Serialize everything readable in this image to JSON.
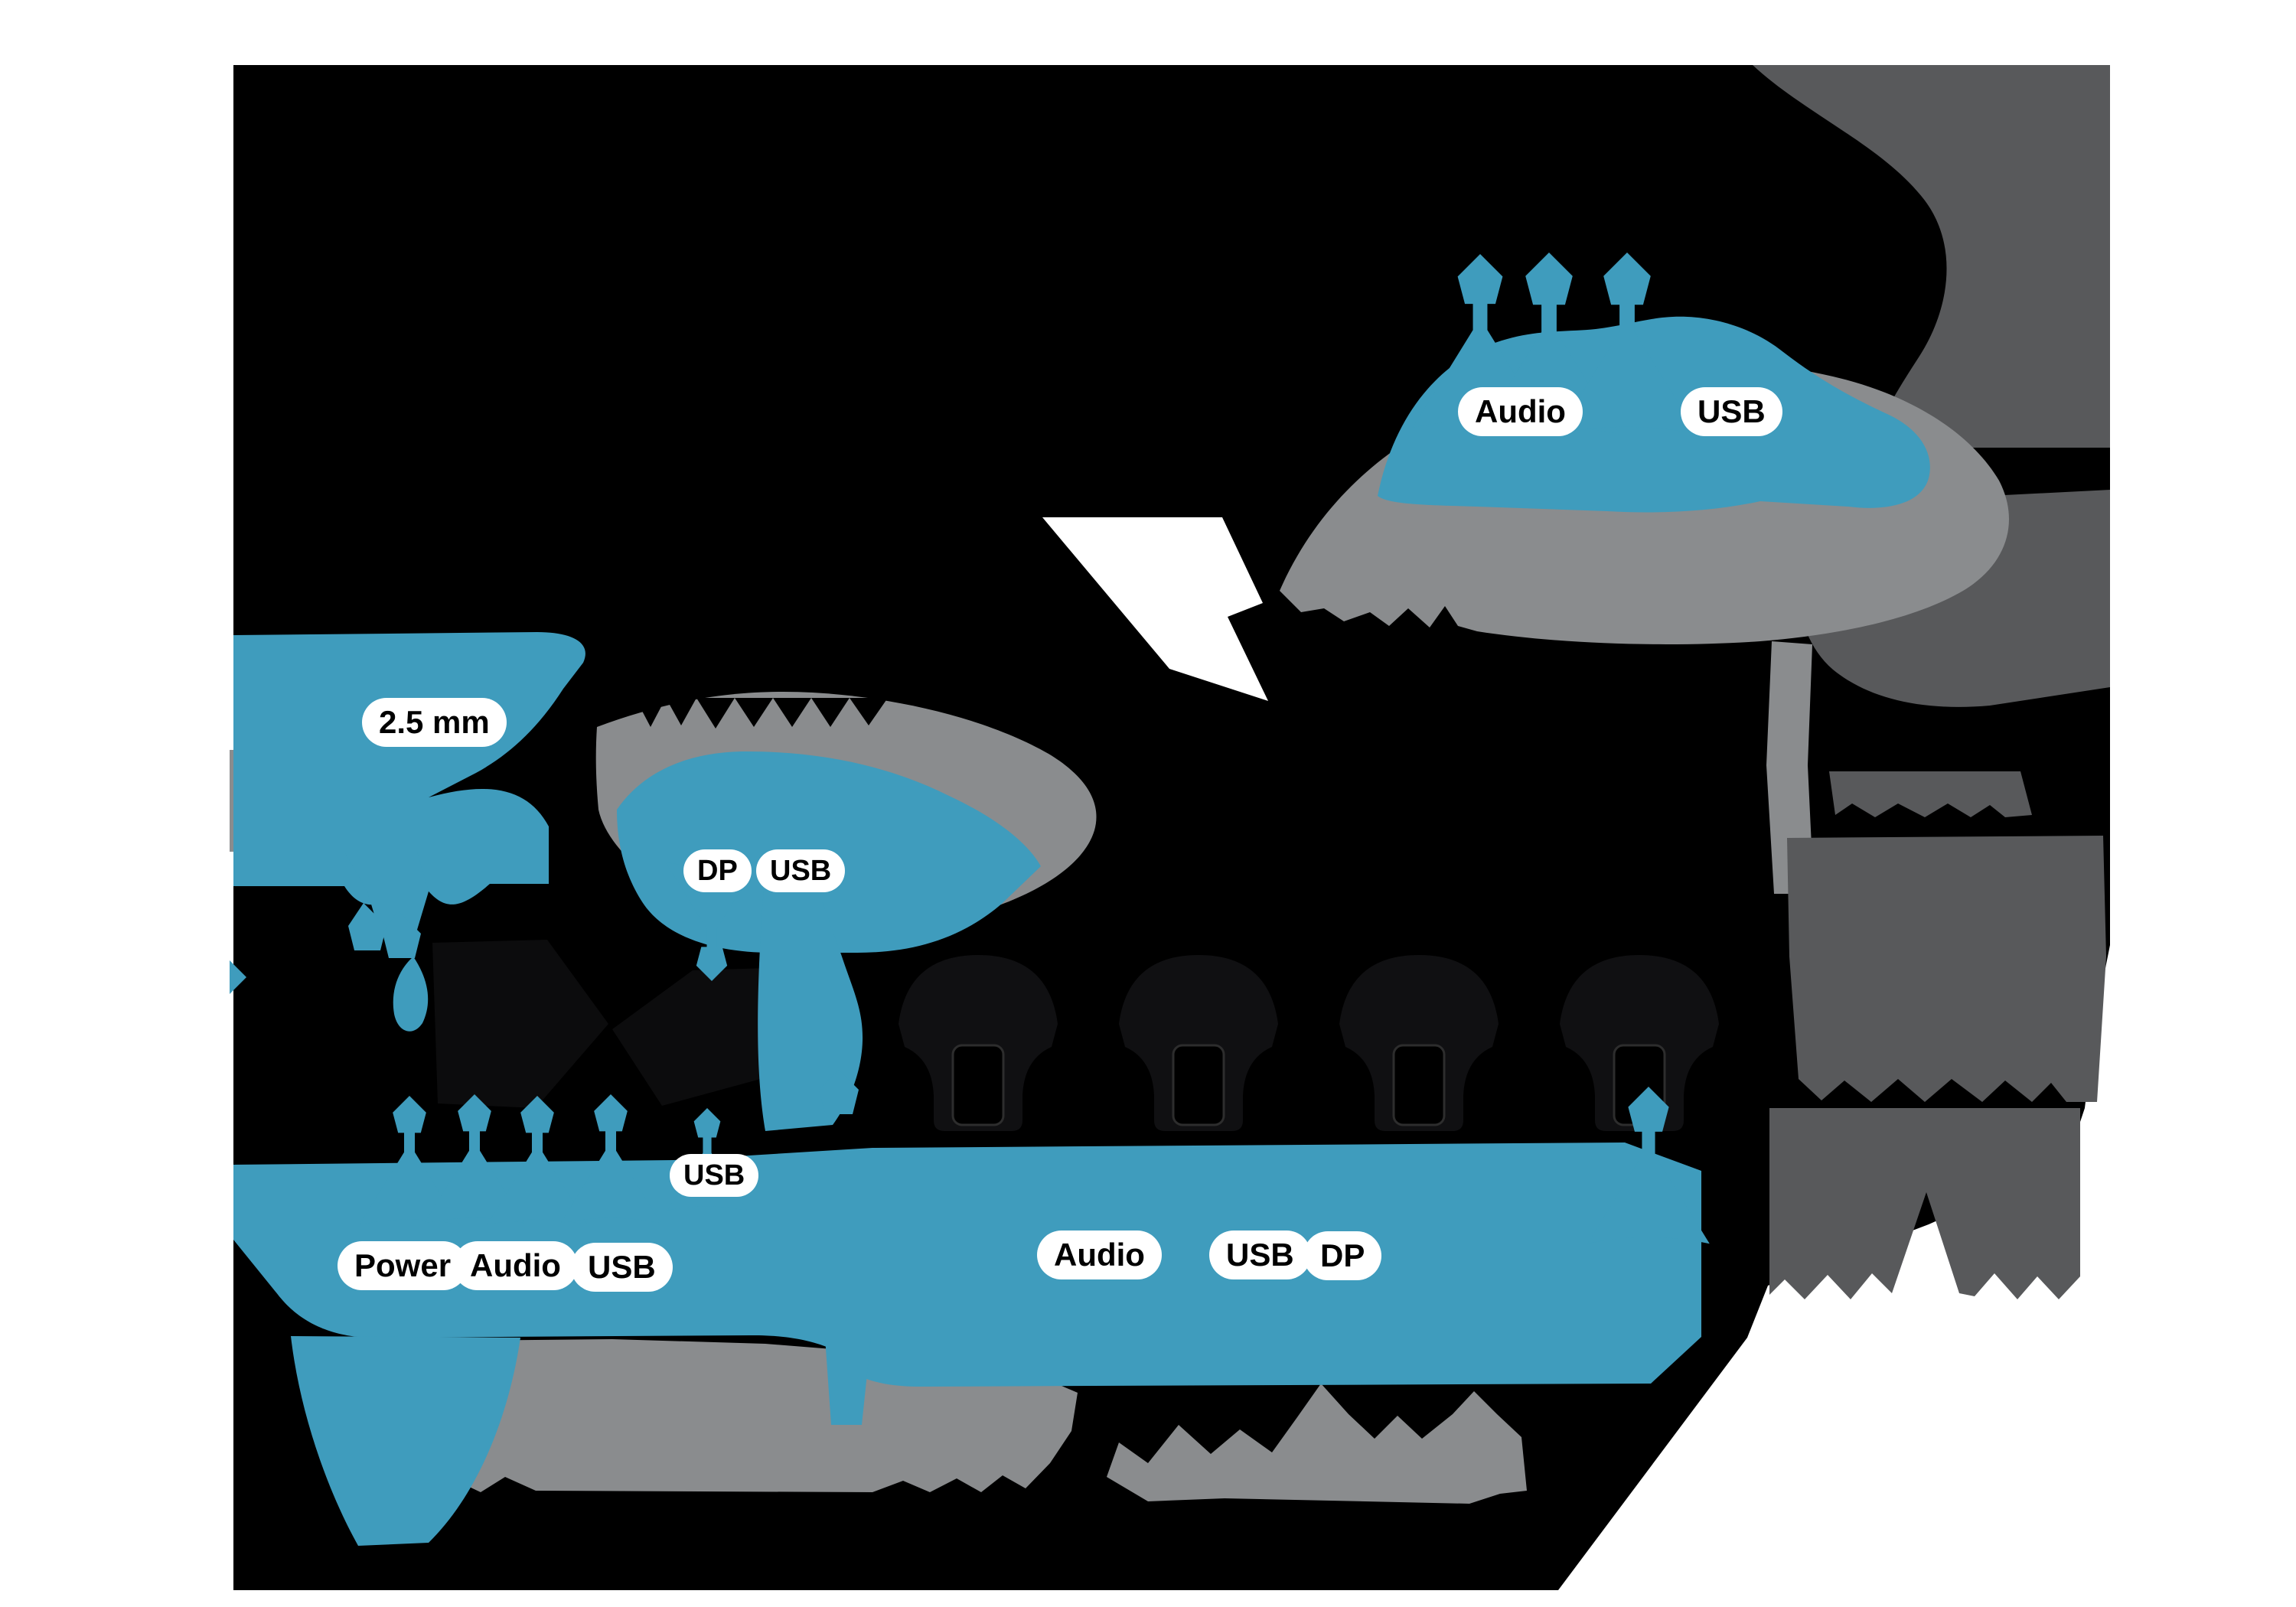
{
  "diagram": {
    "kind": "monitor-docking-connection-illustration",
    "colors": {
      "page_background": "#ffffff",
      "canvas_black": "#000000",
      "cable_blue": "#3f9cbd",
      "monitor_gray": "#8a8c8e",
      "dark_gray": "#58595b",
      "port_dark": "#101012",
      "pill_background": "#ffffff",
      "pill_text": "#000000"
    },
    "callouts": {
      "top_cable": [
        {
          "label": "Audio"
        },
        {
          "label": "USB"
        }
      ],
      "left_cable": [
        {
          "label": "2.5 mm"
        }
      ],
      "middle_cable": [
        {
          "label": "DP"
        },
        {
          "label": "USB"
        }
      ],
      "panel_top": [
        {
          "label": "USB"
        }
      ],
      "panel_bottom_left": [
        {
          "label": "Power"
        },
        {
          "label": "Audio"
        },
        {
          "label": "USB"
        }
      ],
      "panel_bottom_middle": [
        {
          "label": "Audio"
        },
        {
          "label": "USB"
        },
        {
          "label": "DP"
        }
      ]
    }
  }
}
